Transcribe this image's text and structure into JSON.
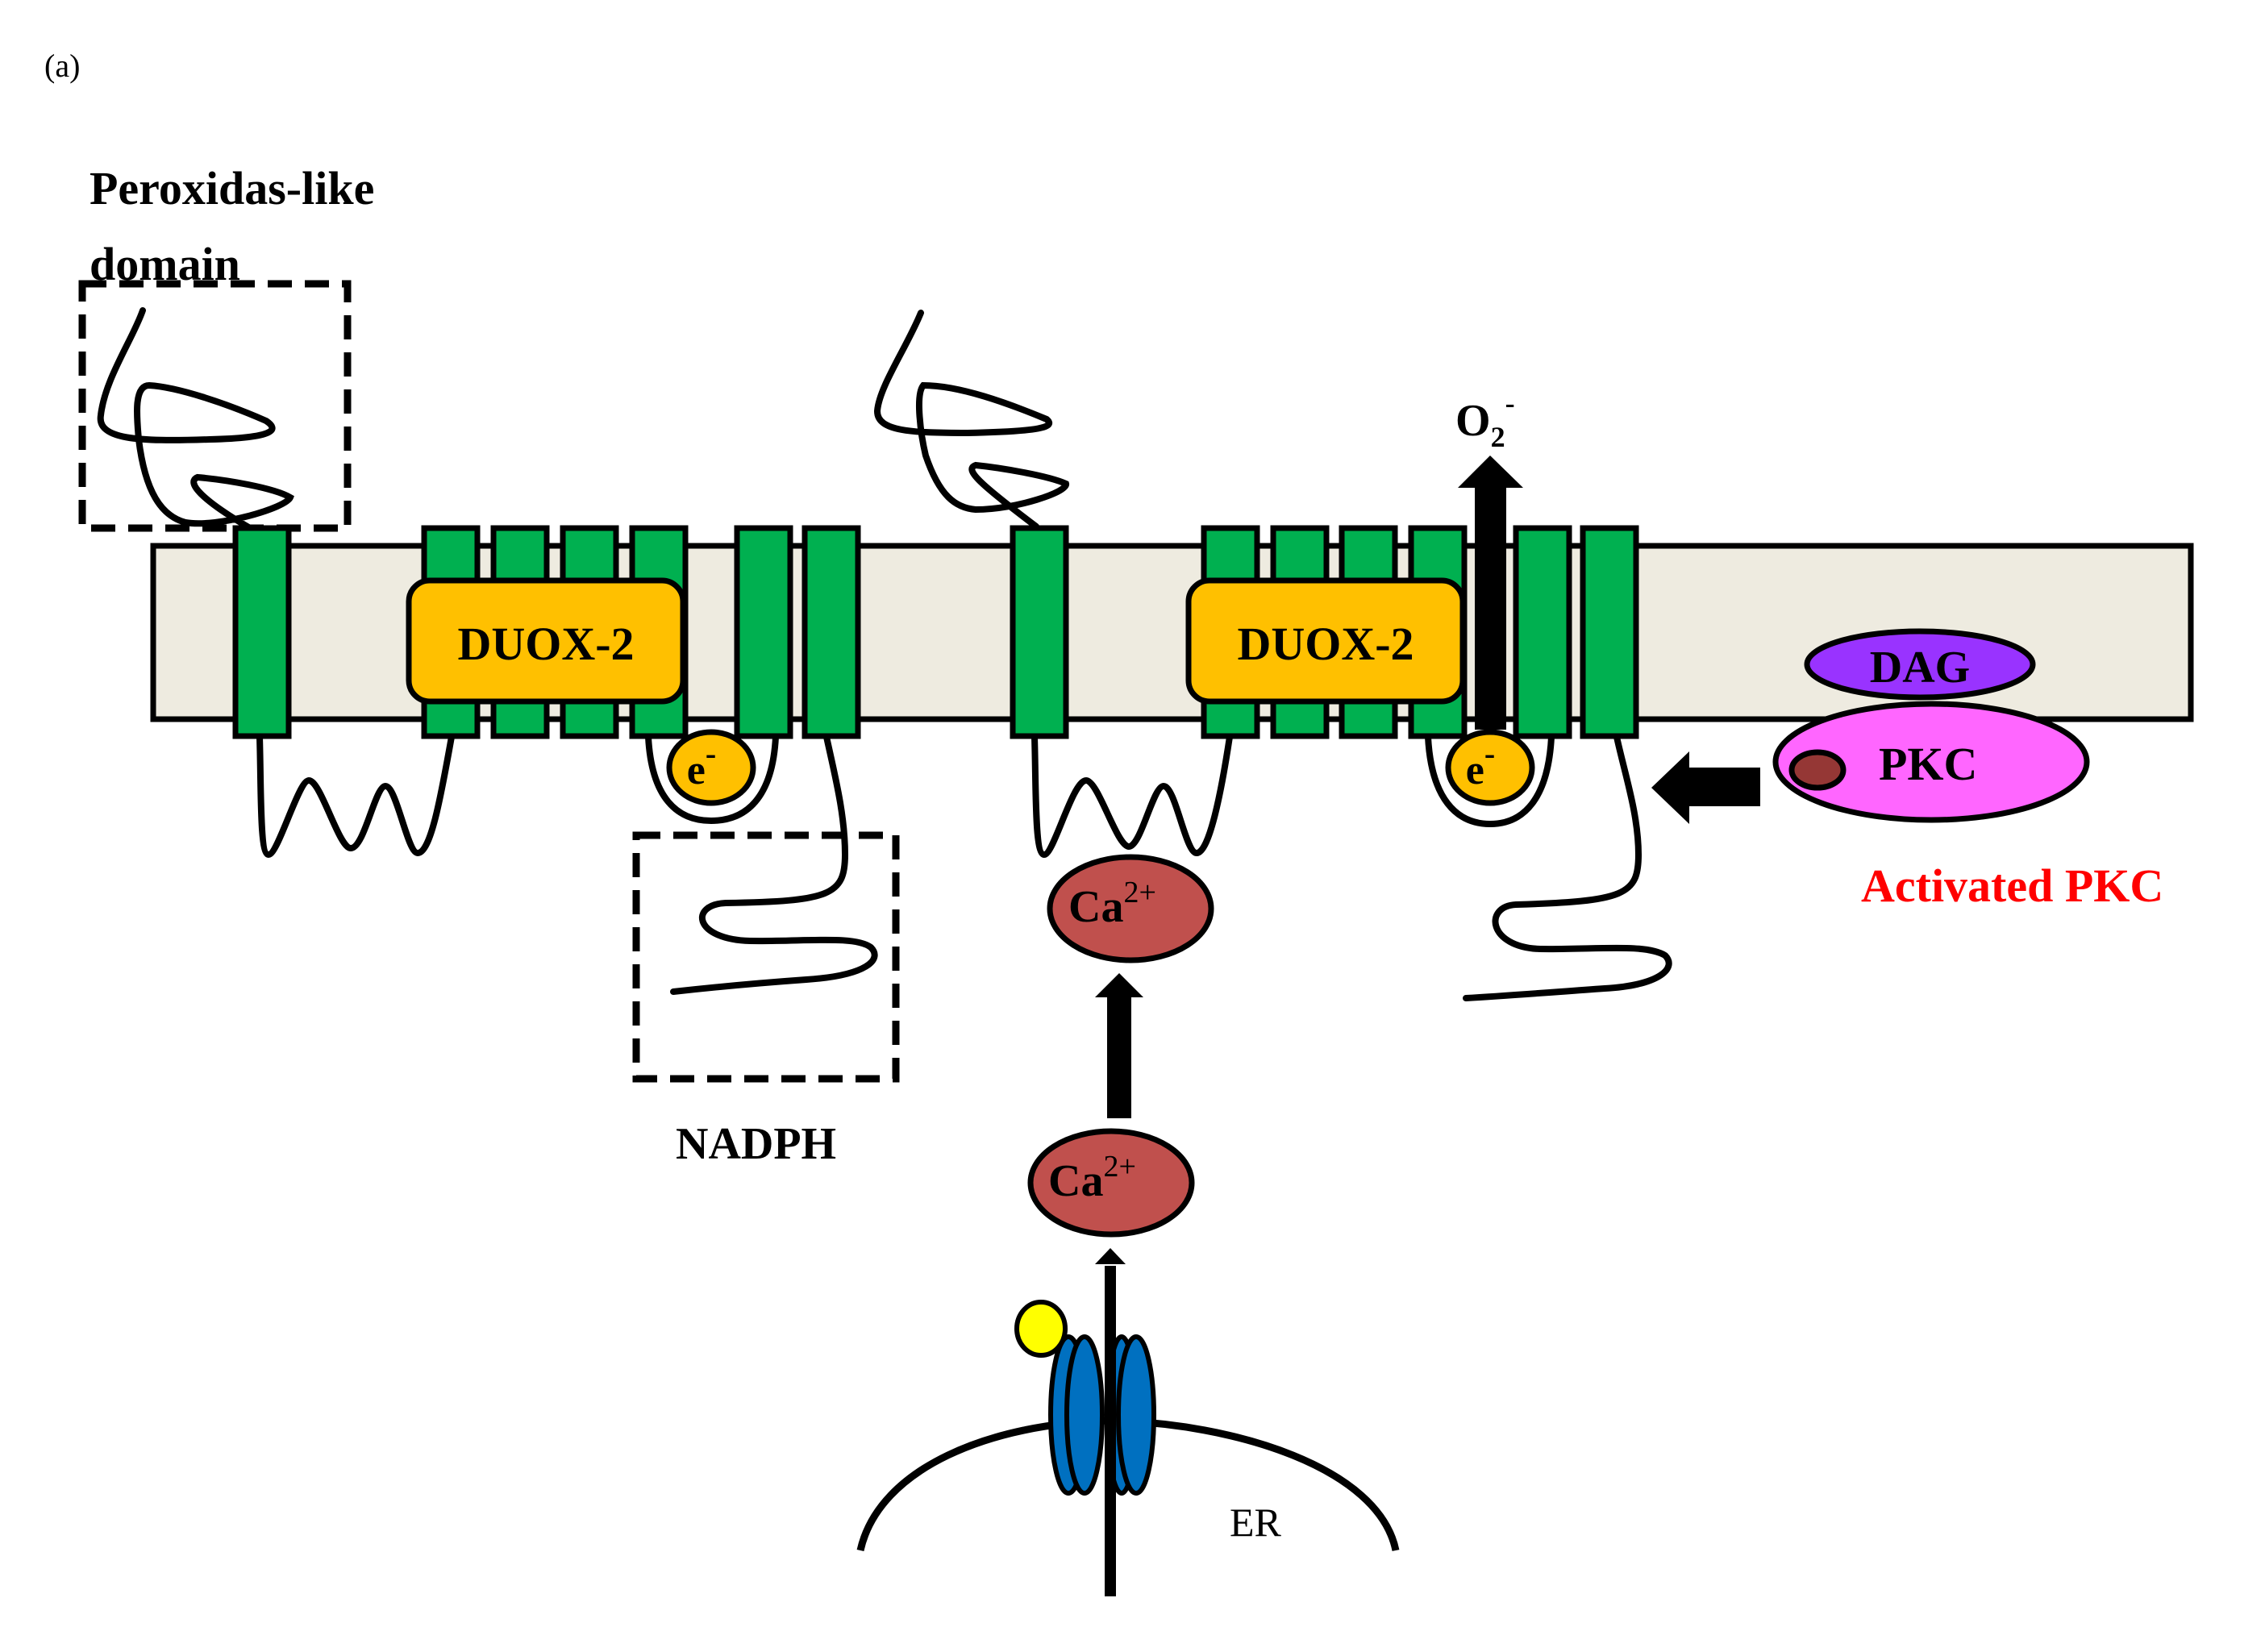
{
  "figure_label": "(a)",
  "labels": {
    "peroxidase_line1": "Peroxidas-like",
    "peroxidase_line2": "domain",
    "duox_left": "DUOX-2",
    "duox_right": "DUOX-2",
    "electron_left": "e",
    "electron_left_sup": "-",
    "electron_right": "e",
    "electron_right_sup": "-",
    "nadph": "NADPH",
    "superoxide": "O",
    "superoxide_sub": "2",
    "superoxide_sup": "-",
    "calcium_upper": "Ca",
    "calcium_upper_sup": "2+",
    "calcium_lower": "Ca",
    "calcium_lower_sup": "2+",
    "er": "ER",
    "dag": "DAG",
    "pkc": "PKC",
    "activated_pkc": "Activated PKC"
  },
  "colors": {
    "membrane": "#EEEBE0",
    "helix": "#00B050",
    "duox": "#FFC000",
    "electron": "#FFC000",
    "calcium": "#C0504D",
    "dag": "#9933FF",
    "pkc": "#FF66FF",
    "pkc_dot": "#953735",
    "channel": "#0070C0",
    "ligand": "#FFFF00",
    "activated_text": "#FF0000",
    "ink": "#000000"
  }
}
